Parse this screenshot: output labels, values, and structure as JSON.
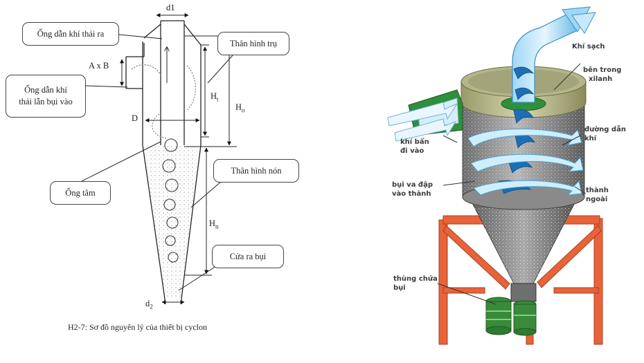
{
  "left_diagram": {
    "callouts": {
      "exhaust_pipe": "Ống dẫn khí thải ra",
      "inlet_pipe_line1": "Ống dẫn khí",
      "inlet_pipe_line2": "thải lẫn bụi vào",
      "central_tube": "Ống tâm",
      "cylinder_body": "Thân hình trụ",
      "cone_body": "Thân hình nón",
      "dust_outlet": "Cửa ra bụi"
    },
    "dimensions": {
      "d1": "d1",
      "axb": "A x B",
      "D": "D",
      "Ht": "H",
      "Ht_sub": "t",
      "Ho": "H",
      "Ho_sub": "o",
      "Hn": "H",
      "Hn_sub": "n",
      "d2": "d",
      "d2_sub": "2"
    },
    "caption": "H2-7: Sơ đồ nguyên lý của thiết bị cyclon"
  },
  "right_diagram": {
    "labels": {
      "clean_air": "Khí sạch",
      "inside_line1": "bên trong",
      "inside_line2": "xilanh",
      "gas_path_line1": "đường dẫn",
      "gas_path_line2": "khí",
      "dirty_in_line1": "khí bẩn",
      "dirty_in_line2": "đi vào",
      "dust_hit_line1": "bụi va đập",
      "dust_hit_line2": "vào thành",
      "outer_wall_line1": "thành",
      "outer_wall_line2": "ngoài",
      "bin_line1": "thùng chứa",
      "bin_line2": "bụi"
    },
    "colors": {
      "air_flow": "#7ec8ef",
      "air_flow_dark": "#1d6fb5",
      "inlet_green": "#2f8f3a",
      "support_frame": "#e8633a",
      "bin_green": "#3a8a3c",
      "body_gray": "#8c8c8c"
    }
  }
}
